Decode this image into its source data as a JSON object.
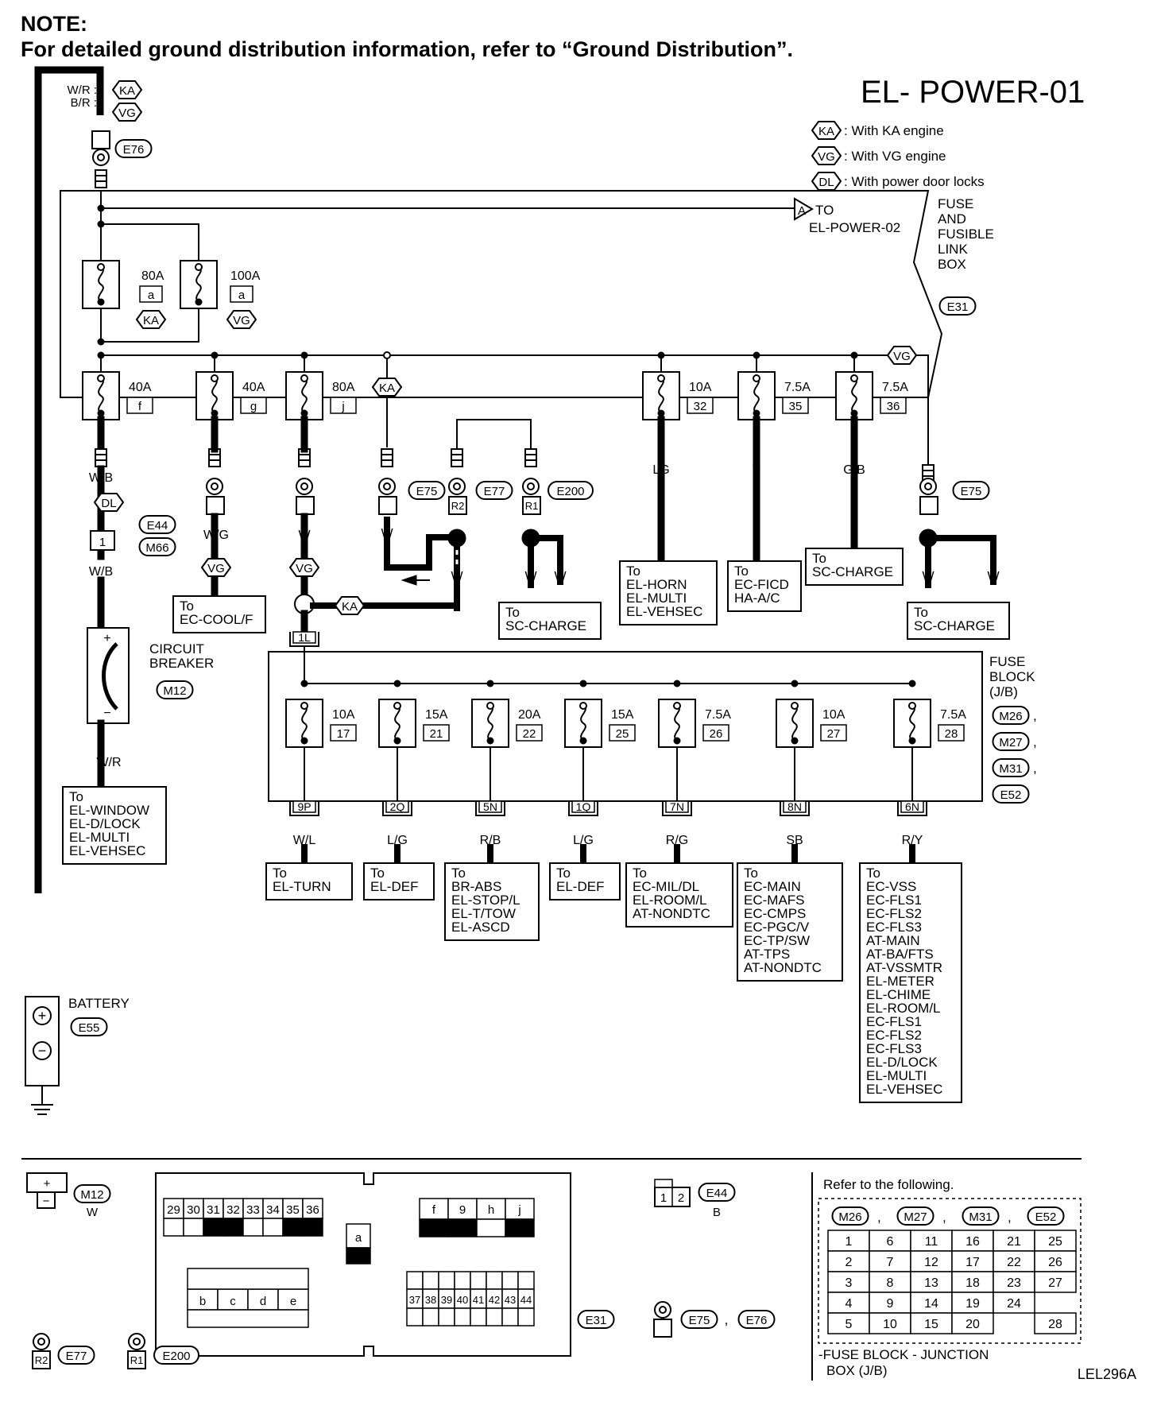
{
  "note": {
    "heading": "NOTE:",
    "text": "For detailed ground distribution information, refer to “Ground Distribution”."
  },
  "title": "EL- POWER-01",
  "figure_code": "LEL296A",
  "legend": [
    {
      "code": "KA",
      "text": ": With KA engine"
    },
    {
      "code": "VG",
      "text": ": With VG engine"
    },
    {
      "code": "DL",
      "text": ": With power door locks"
    }
  ],
  "fusible_link_box": {
    "label_lines": [
      "FUSE",
      "AND",
      "FUSIBLE",
      "LINK",
      "BOX"
    ],
    "connector": "E31",
    "to_label": "TO",
    "to_target": "EL-POWER-02",
    "to_marker": "A"
  },
  "input": {
    "wire_ka": "W/R :",
    "wire_vg": "B/R :",
    "tag_ka": "KA",
    "tag_vg": "VG",
    "connector": "E76"
  },
  "fusible_links": [
    {
      "amp": "80A",
      "id": "a",
      "tag": "KA"
    },
    {
      "amp": "100A",
      "id": "a",
      "tag": "VG"
    },
    {
      "amp": "40A",
      "id": "f"
    },
    {
      "amp": "40A",
      "id": "g"
    },
    {
      "amp": "80A",
      "id": "j"
    },
    {
      "amp": "10A",
      "id": "32"
    },
    {
      "amp": "7.5A",
      "id": "35"
    },
    {
      "amp": "7.5A",
      "id": "36"
    }
  ],
  "tags": {
    "ka": "KA",
    "vg": "VG",
    "dl": "DL"
  },
  "wires": {
    "wb": "W/B",
    "wg": "W/G",
    "w": "W",
    "lg": "LG",
    "y": "Y",
    "gb": "G/B",
    "wr": "W/R"
  },
  "connectors": {
    "e75": "E75",
    "e77": "E77",
    "e200": "E200",
    "e44": "E44",
    "m66": "M66",
    "m12": "M12",
    "e55": "E55",
    "r1": "R1",
    "r2": "R2",
    "pin1": "1",
    "pin1l": "1L"
  },
  "circuit_breaker": {
    "lines": [
      "CIRCUIT",
      "BREAKER"
    ],
    "plus": "+",
    "minus": "−"
  },
  "battery": {
    "label": "BATTERY"
  },
  "upper_destinations": [
    {
      "lines": [
        "To",
        "EL-WINDOW",
        "EL-D/LOCK",
        "EL-MULTI",
        "EL-VEHSEC"
      ]
    },
    {
      "lines": [
        "To",
        "EC-COOL/F"
      ]
    },
    {
      "lines": [
        "To",
        "SC-CHARGE"
      ]
    },
    {
      "lines": [
        "To",
        "EL-HORN",
        "EL-MULTI",
        "EL-VEHSEC"
      ]
    },
    {
      "lines": [
        "To",
        "EC-FICD",
        "HA-A/C"
      ]
    },
    {
      "lines": [
        "To",
        "SC-CHARGE"
      ]
    },
    {
      "lines": [
        "To",
        "SC-CHARGE"
      ]
    }
  ],
  "fuse_block": {
    "label_lines": [
      "FUSE",
      "BLOCK",
      "(J/B)"
    ],
    "connectors": [
      "M26",
      "M27",
      "M31",
      "E52"
    ],
    "fuses": [
      {
        "amp": "10A",
        "num": "17",
        "pin": "9P",
        "wire": "W/L"
      },
      {
        "amp": "15A",
        "num": "21",
        "pin": "2Q",
        "wire": "L/G"
      },
      {
        "amp": "20A",
        "num": "22",
        "pin": "5N",
        "wire": "R/B"
      },
      {
        "amp": "15A",
        "num": "25",
        "pin": "1Q",
        "wire": "L/G"
      },
      {
        "amp": "7.5A",
        "num": "26",
        "pin": "7N",
        "wire": "R/G"
      },
      {
        "amp": "10A",
        "num": "27",
        "pin": "8N",
        "wire": "SB"
      },
      {
        "amp": "7.5A",
        "num": "28",
        "pin": "6N",
        "wire": "R/Y"
      }
    ]
  },
  "lower_destinations": [
    {
      "lines": [
        "To",
        "EL-TURN"
      ]
    },
    {
      "lines": [
        "To",
        "EL-DEF"
      ]
    },
    {
      "lines": [
        "To",
        "BR-ABS",
        "EL-STOP/L",
        "EL-T/TOW",
        "EL-ASCD"
      ]
    },
    {
      "lines": [
        "To",
        "EL-DEF"
      ]
    },
    {
      "lines": [
        "To",
        "EC-MIL/DL",
        "EL-ROOM/L",
        "AT-NONDTC"
      ]
    },
    {
      "lines": [
        "To",
        "EC-MAIN",
        "EC-MAFS",
        "EC-CMPS",
        "EC-PGC/V",
        "EC-TP/SW",
        "AT-TPS",
        "AT-NONDTC"
      ]
    },
    {
      "lines": [
        "To",
        "EC-VSS",
        "EC-FLS1",
        "EC-FLS2",
        "EC-FLS3",
        "AT-MAIN",
        "AT-BA/FTS",
        "AT-VSSMTR",
        "EL-METER",
        "EL-CHIME",
        "EL-ROOM/L",
        "EC-FLS1",
        "EC-FLS2",
        "EC-FLS3",
        "EL-D/LOCK",
        "EL-MULTI",
        "EL-VEHSEC"
      ]
    }
  ],
  "connector_views": {
    "m12": {
      "code": "M12",
      "color": "W"
    },
    "e44": {
      "code": "E44",
      "color": "B",
      "pins": [
        "1",
        "2"
      ]
    },
    "e31": {
      "code": "E31",
      "top_row": [
        "29",
        "30",
        "31",
        "32",
        "33",
        "34",
        "35",
        "36"
      ],
      "mid_row": [
        "f",
        "9",
        "h",
        "j"
      ],
      "a_cell": "a",
      "left_bottom": [
        "b",
        "c",
        "d",
        "e"
      ],
      "right_bottom": [
        "37",
        "38",
        "39",
        "40",
        "41",
        "42",
        "43",
        "44"
      ]
    },
    "e75_e76": {
      "codes": [
        "E75",
        "E76"
      ],
      "sep": ","
    },
    "e77": {
      "code": "E77",
      "tag": "R2"
    },
    "e200": {
      "code": "E200",
      "tag": "R1"
    }
  },
  "jb_reference": {
    "title": "Refer to the following.",
    "connectors": [
      "M26",
      "M27",
      "M31",
      "E52"
    ],
    "grid": [
      [
        "1",
        "6",
        "11",
        "16",
        "21",
        "25"
      ],
      [
        "2",
        "7",
        "12",
        "17",
        "22",
        "26"
      ],
      [
        "3",
        "8",
        "13",
        "18",
        "23",
        "27"
      ],
      [
        "4",
        "9",
        "14",
        "19",
        "24",
        ""
      ],
      [
        "5",
        "10",
        "15",
        "20",
        "",
        "28"
      ]
    ],
    "caption_lines": [
      "-FUSE BLOCK - JUNCTION",
      "BOX (J/B)"
    ]
  }
}
